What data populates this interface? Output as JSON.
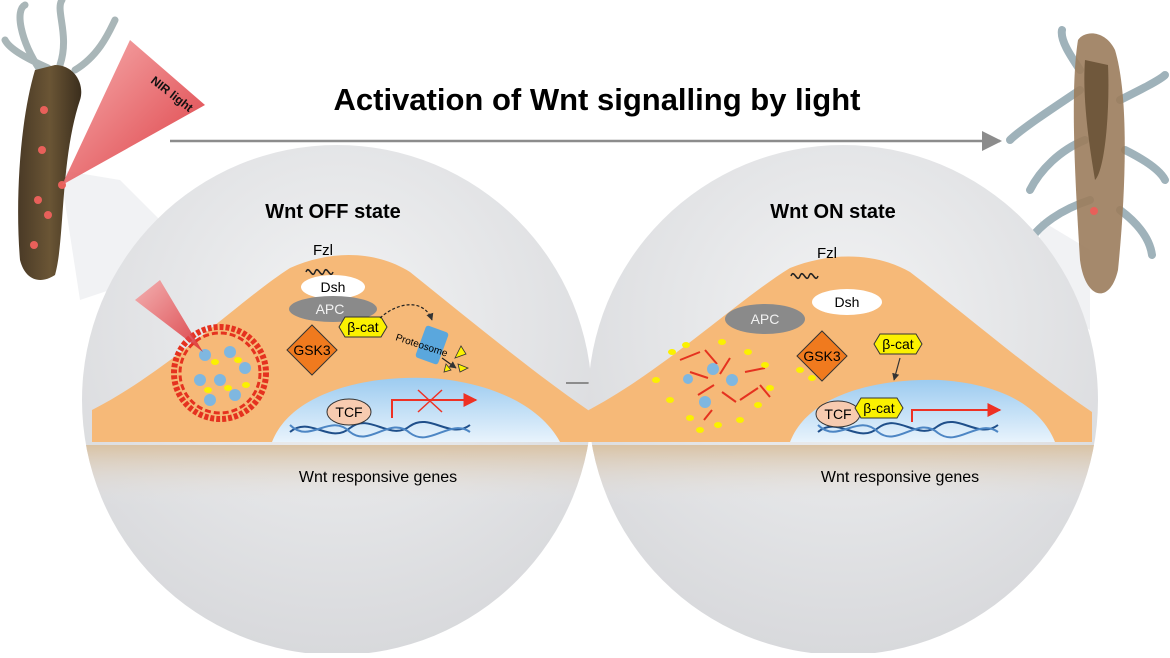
{
  "title": "Activation of Wnt signalling by light",
  "laser_label": "NIR light",
  "panels": {
    "off": {
      "state_title": "Wnt OFF state",
      "fzl": "Fzl",
      "dsh": "Dsh",
      "apc": "APC",
      "bcat": "β-cat",
      "gsk3": "GSK3",
      "proteosome": "Proteosome",
      "tcf": "TCF",
      "genes": "Wnt responsive genes"
    },
    "on": {
      "state_title": "Wnt ON state",
      "fzl": "Fzl",
      "dsh": "Dsh",
      "apc": "APC",
      "bcat": "β-cat",
      "gsk3": "GSK3",
      "tcf": "TCF",
      "bcat_bound": "β-cat",
      "genes": "Wnt responsive genes"
    }
  },
  "colors": {
    "cell": "#f6b978",
    "nucleus": "#bcdcf5",
    "gsk3": "#f07a1e",
    "bcat": "#fbf100",
    "apc": "#8a8a8a",
    "tcf": "#f7cbb0",
    "arrow": "#ee3124",
    "circle": "#e3e4e6"
  }
}
